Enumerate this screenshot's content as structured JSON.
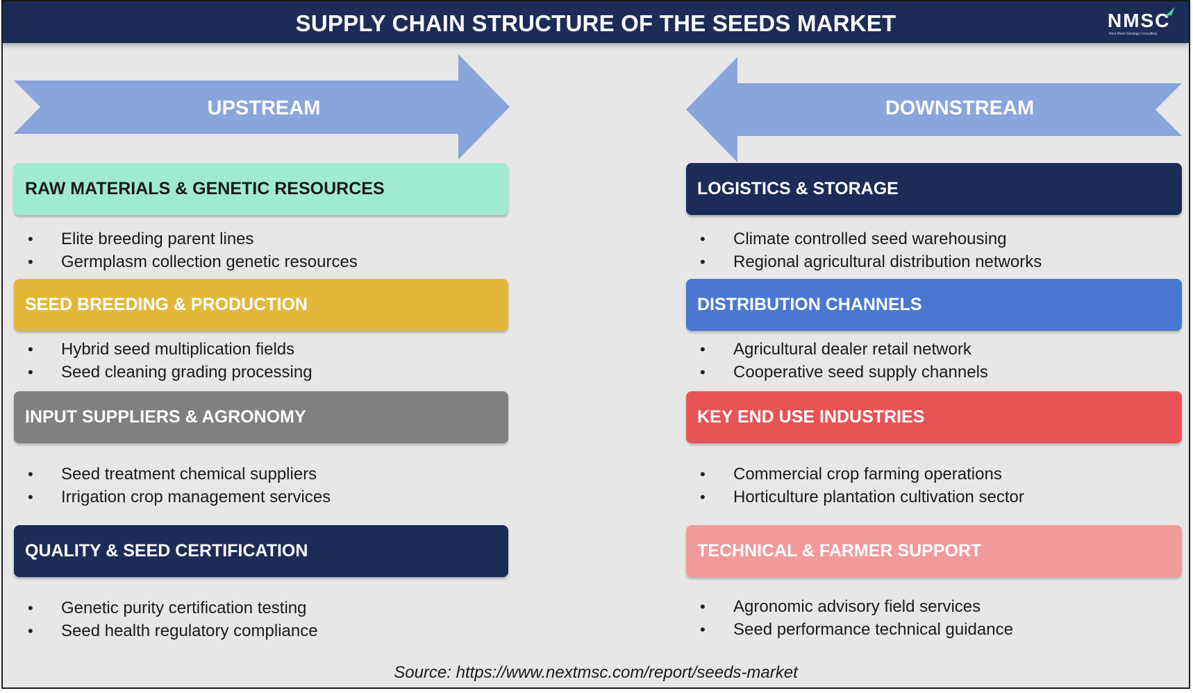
{
  "title": "SUPPLY CHAIN STRUCTURE OF THE SEEDS MARKET",
  "logo": {
    "text": "NMSC",
    "tagline": "Next Move Strategy Consulting"
  },
  "upstream": {
    "label": "UPSTREAM",
    "color": "#8aa4dc",
    "sections": [
      {
        "title": "RAW MATERIALS & GENETIC RESOURCES",
        "bg": "#a0ead1",
        "fg": "#1a1a1a",
        "items": [
          "Elite breeding parent lines",
          "Germplasm collection genetic resources"
        ]
      },
      {
        "title": "SEED BREEDING & PRODUCTION",
        "bg": "#e3b83a",
        "fg": "#ffffff",
        "items": [
          "Hybrid seed multiplication fields",
          "Seed cleaning grading processing"
        ]
      },
      {
        "title": "INPUT SUPPLIERS & AGRONOMY",
        "bg": "#808080",
        "fg": "#ffffff",
        "items": [
          "Seed treatment chemical suppliers",
          "Irrigation crop management services"
        ]
      },
      {
        "title": "QUALITY & SEED CERTIFICATION",
        "bg": "#1b2c57",
        "fg": "#ffffff",
        "items": [
          "Genetic purity certification testing",
          "Seed health regulatory compliance"
        ]
      }
    ]
  },
  "downstream": {
    "label": "DOWNSTREAM",
    "color": "#8aa4dc",
    "sections": [
      {
        "title": "LOGISTICS & STORAGE",
        "bg": "#1b2c57",
        "fg": "#ffffff",
        "items": [
          "Climate controlled seed warehousing",
          "Regional agricultural distribution networks"
        ]
      },
      {
        "title": "DISTRIBUTION CHANNELS",
        "bg": "#4a78cf",
        "fg": "#ffffff",
        "items": [
          "Agricultural dealer retail network",
          "Cooperative seed supply channels"
        ]
      },
      {
        "title": "KEY END USE INDUSTRIES",
        "bg": "#e85456",
        "fg": "#ffffff",
        "items": [
          "Commercial crop farming operations",
          "Horticulture plantation cultivation sector"
        ]
      },
      {
        "title": "TECHNICAL & FARMER SUPPORT",
        "bg": "#f29a9a",
        "fg": "#ffffff",
        "items": [
          "Agronomic advisory field services",
          "Seed performance technical guidance"
        ]
      }
    ]
  },
  "source": "Source: https://www.nextmsc.com/report/seeds-market"
}
